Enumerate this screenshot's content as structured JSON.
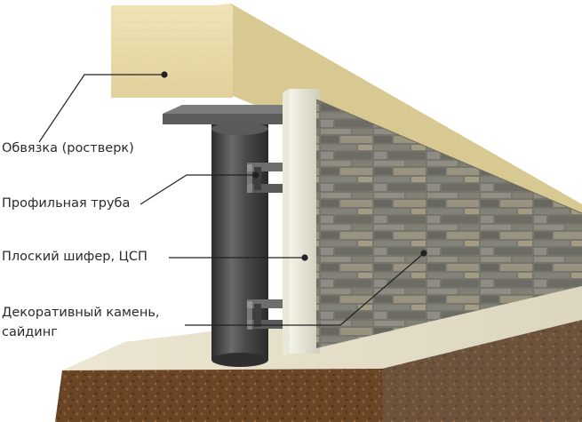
{
  "labels": {
    "strapping": "Обвязка (ростверк)",
    "profile_pipe": "Профильная труба",
    "flat_slate": "Плоский шифер, ЦСП",
    "decor_line1": "Декоративный камень,",
    "decor_line2": "сайдинг"
  },
  "colors": {
    "wood": "#e6d8a6",
    "pipe": "#4a4a4a",
    "slate": "#d9d7c4",
    "stone": "#8a8a80",
    "soil": "#6a4526",
    "ground_top": "#e3dcc6",
    "leader": "#222222"
  }
}
